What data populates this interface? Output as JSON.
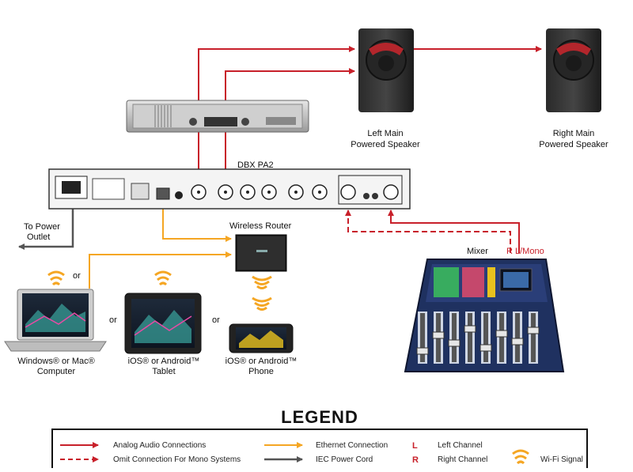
{
  "colors": {
    "analog": "#c8202a",
    "ethernet": "#f5a623",
    "power": "#555555",
    "wifi": "#f5a623"
  },
  "labels": {
    "dbx": "DBX PA2",
    "left_speaker_1": "Left Main",
    "left_speaker_2": "Powered Speaker",
    "right_speaker_1": "Right Main",
    "right_speaker_2": "Powered Speaker",
    "power_1": "To Power",
    "power_2": "Outlet",
    "router": "Wireless Router",
    "mixer": "Mixer",
    "r_label": "R",
    "lmono_label": "L/Mono",
    "or_1": "or",
    "or_2": "or",
    "or_3": "or",
    "computer_1": "Windows® or Mac®",
    "computer_2": "Computer",
    "tablet_1": "iOS® or Android™",
    "tablet_2": "Tablet",
    "phone_1": "iOS® or Android™",
    "phone_2": "Phone"
  },
  "legend": {
    "title": "LEGEND",
    "analog": "Analog Audio Connections",
    "omit": "Omit Connection For Mono Systems",
    "ethernet": "Ethernet Connection",
    "power": "IEC Power Cord",
    "l_key": "L",
    "l_desc": "Left Channel",
    "r_key": "R",
    "r_desc": "Right Channel",
    "wifi": "Wi-Fi Signal"
  },
  "icons": [
    "speaker-icon",
    "amplifier-icon",
    "router-icon",
    "laptop-icon",
    "tablet-icon",
    "phone-icon",
    "mixer-icon",
    "wifi-icon",
    "arrow-icon"
  ]
}
